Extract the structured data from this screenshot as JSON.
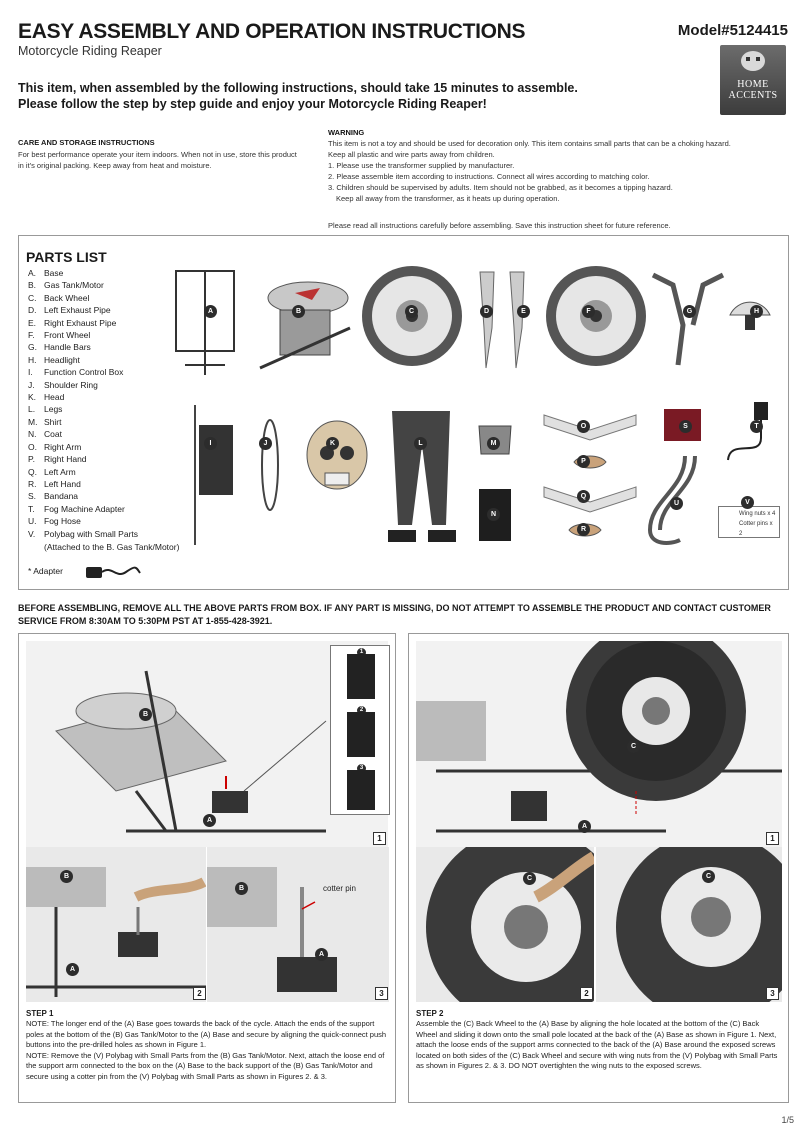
{
  "header": {
    "title": "EASY ASSEMBLY AND OPERATION INSTRUCTIONS",
    "subtitle": "Motorcycle Riding Reaper",
    "model": "Model#5124415",
    "logo_line1": "HOME",
    "logo_line2": "ACCENTS"
  },
  "intro": {
    "line1": "This item, when assembled by the following instructions, should take 15 minutes to assemble.",
    "line2": "Please follow the step by step guide and enjoy your Motorcycle Riding Reaper!"
  },
  "care": {
    "heading": "CARE AND STORAGE INSTRUCTIONS",
    "text": "For best performance operate your item indoors. When not in use, store this product in it's original packing. Keep away from heat and moisture."
  },
  "warning": {
    "heading": "WARNING",
    "line1": "This item is not a toy and should be used for decoration only. This item contains small parts that can be a choking hazard.",
    "line2": "Keep all plastic and wire parts away from children.",
    "line3": "1. Please use the transformer supplied by manufacturer.",
    "line4": "2. Please assemble item according to instructions. Connect all wires according to matching color.",
    "line5": "3. Children should be supervised by adults. Item should not be grabbed, as it becomes a tipping hazard.",
    "line6": "Keep all away from the transformer, as it heats up during operation.",
    "read_note": "Please read all instructions carefully before assembling. Save this instruction sheet for future reference."
  },
  "parts": {
    "heading": "PARTS LIST",
    "items": [
      {
        "key": "A.",
        "name": "Base"
      },
      {
        "key": "B.",
        "name": "Gas Tank/Motor"
      },
      {
        "key": "C.",
        "name": "Back Wheel"
      },
      {
        "key": "D.",
        "name": "Left Exhaust Pipe"
      },
      {
        "key": "E.",
        "name": "Right Exhaust Pipe"
      },
      {
        "key": "F.",
        "name": "Front Wheel"
      },
      {
        "key": "G.",
        "name": "Handle Bars"
      },
      {
        "key": "H.",
        "name": "Headlight"
      },
      {
        "key": "I.",
        "name": "Function Control Box"
      },
      {
        "key": "J.",
        "name": "Shoulder Ring"
      },
      {
        "key": "K.",
        "name": "Head"
      },
      {
        "key": "L.",
        "name": "Legs"
      },
      {
        "key": "M.",
        "name": "Shirt"
      },
      {
        "key": "N.",
        "name": "Coat"
      },
      {
        "key": "O.",
        "name": "Right Arm"
      },
      {
        "key": "P.",
        "name": "Right Hand"
      },
      {
        "key": "Q.",
        "name": "Left Arm"
      },
      {
        "key": "R.",
        "name": "Left Hand"
      },
      {
        "key": "S.",
        "name": "Bandana"
      },
      {
        "key": "T.",
        "name": "Fog Machine Adapter"
      },
      {
        "key": "U.",
        "name": "Fog Hose"
      },
      {
        "key": "V.",
        "name": "Polybag with Small Parts"
      }
    ],
    "v_extra": "(Attached to the B. Gas Tank/Motor)",
    "adapter": "* Adapter",
    "wing_nuts": "Wing nuts x 4",
    "cotter_pins": "Cotter pins x 2",
    "badges": [
      "A",
      "B",
      "C",
      "D",
      "E",
      "F",
      "G",
      "H",
      "I",
      "J",
      "K",
      "L",
      "M",
      "N",
      "O",
      "P",
      "Q",
      "R",
      "S",
      "T",
      "U",
      "V"
    ]
  },
  "before_note": "BEFORE ASSEMBLING, REMOVE ALL THE ABOVE PARTS FROM BOX. IF ANY PART IS MISSING, DO NOT ATTEMPT TO ASSEMBLE THE PRODUCT AND CONTACT CUSTOMER SERVICE FROM 8:30AM TO 5:30PM PST AT 1-855-428-3921.",
  "step1": {
    "heading": "STEP 1",
    "p1": "NOTE: The longer end of the (A) Base goes towards the back of the cycle. Attach the ends of the support poles at the bottom of the (B) Gas Tank/Motor to the (A) Base and secure by aligning the quick-connect push buttons into the pre-drilled holes as shown in Figure 1.",
    "p2": "NOTE: Remove the (V) Polybag with Small Parts from the (B) Gas Tank/Motor. Next, attach the loose end of the support arm connected to the box on the (A) Base to the back support of the (B) Gas Tank/Motor and secure using a cotter pin from the (V) Polybag with Small Parts as shown in Figures 2. & 3.",
    "fig1": "1",
    "fig2": "2",
    "fig3": "3",
    "inset1": "1",
    "inset2": "2",
    "inset3": "3",
    "cotter_label": "cotter pin"
  },
  "step2": {
    "heading": "STEP 2",
    "text": "Assemble the (C) Back Wheel to the (A) Base by aligning the hole located at the bottom of the (C) Back Wheel and sliding it down onto the small pole located at the back of the (A) Base as shown in Figure 1. Next, attach the loose ends of the support arms connected to the back of the (A) Base around the exposed screws located on both sides of the (C) Back Wheel and secure with wing nuts from the (V) Polybag with Small Parts as shown in Figures 2. & 3. DO NOT overtighten the wing nuts to the exposed screws.",
    "fig1": "1",
    "fig2": "2",
    "fig3": "3"
  },
  "labels": {
    "A": "A",
    "B": "B",
    "C": "C"
  },
  "page": "1/5"
}
